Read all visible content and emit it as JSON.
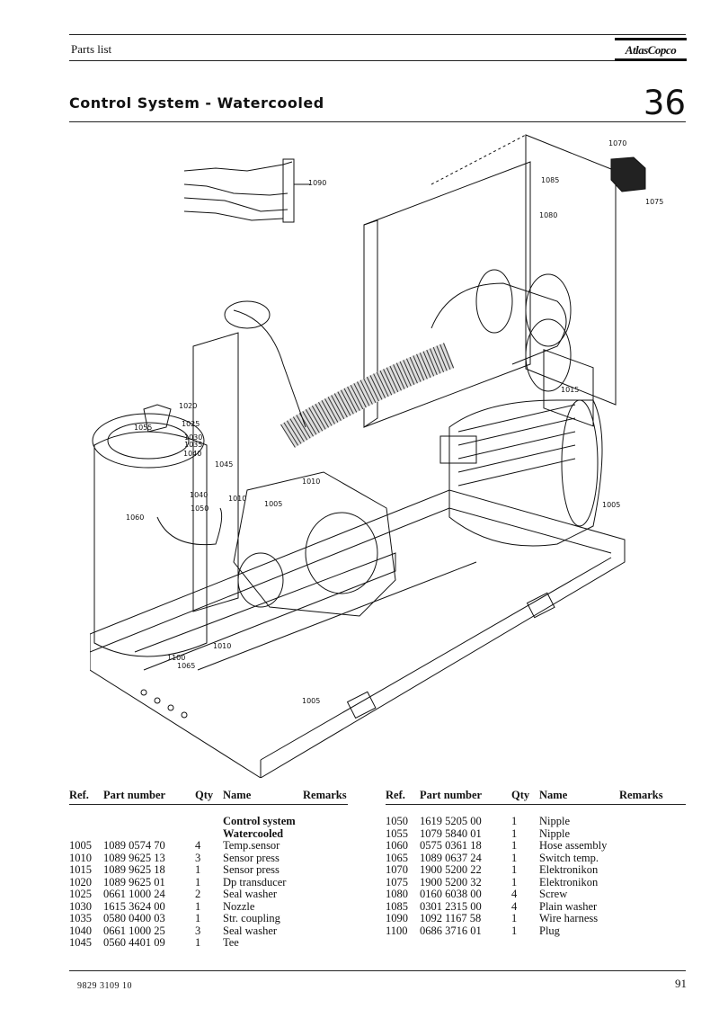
{
  "header": {
    "label": "Parts list",
    "logo_text": "AtlasCopco"
  },
  "section": {
    "title": "Control System - Watercooled",
    "number": "36"
  },
  "drawing": {
    "callouts": [
      "1070",
      "1085",
      "1075",
      "1080",
      "1090",
      "1015",
      "1020",
      "1025",
      "1055",
      "1030",
      "1035",
      "1040",
      "1045",
      "1010",
      "1040",
      "1050",
      "1010",
      "1005",
      "1060",
      "1005",
      "1010",
      "1100",
      "1065",
      "1005"
    ]
  },
  "columns": {
    "ref": "Ref.",
    "part": "Part number",
    "qty": "Qty",
    "name": "Name",
    "remarks": "Remarks"
  },
  "left_table": {
    "heading_lines": [
      "Control system",
      "Watercooled"
    ],
    "rows": [
      {
        "ref": "1005",
        "part": "1089 0574 70",
        "qty": "4",
        "name": "Temp.sensor"
      },
      {
        "ref": "1010",
        "part": "1089 9625 13",
        "qty": "3",
        "name": "Sensor press"
      },
      {
        "ref": "1015",
        "part": "1089 9625 18",
        "qty": "1",
        "name": "Sensor press"
      },
      {
        "ref": "1020",
        "part": "1089 9625 01",
        "qty": "1",
        "name": "Dp transducer"
      },
      {
        "ref": "1025",
        "part": "0661 1000 24",
        "qty": "2",
        "name": "Seal washer"
      },
      {
        "ref": "1030",
        "part": "1615 3624 00",
        "qty": "1",
        "name": "Nozzle"
      },
      {
        "ref": "1035",
        "part": "0580 0400 03",
        "qty": "1",
        "name": "Str. coupling"
      },
      {
        "ref": "1040",
        "part": "0661 1000 25",
        "qty": "3",
        "name": "Seal washer"
      },
      {
        "ref": "1045",
        "part": "0560 4401 09",
        "qty": "1",
        "name": "Tee"
      }
    ]
  },
  "right_table": {
    "rows": [
      {
        "ref": "1050",
        "part": "1619 5205 00",
        "qty": "1",
        "name": "Nipple"
      },
      {
        "ref": "1055",
        "part": "1079 5840 01",
        "qty": "1",
        "name": "Nipple"
      },
      {
        "ref": "1060",
        "part": "0575 0361 18",
        "qty": "1",
        "name": "Hose assembly"
      },
      {
        "ref": "1065",
        "part": "1089 0637 24",
        "qty": "1",
        "name": "Switch temp."
      },
      {
        "ref": "1070",
        "part": "1900 5200 22",
        "qty": "1",
        "name": "Elektronikon"
      },
      {
        "ref": "1075",
        "part": "1900 5200 32",
        "qty": "1",
        "name": "Elektronikon"
      },
      {
        "ref": "1080",
        "part": "0160 6038 00",
        "qty": "4",
        "name": "Screw"
      },
      {
        "ref": "1085",
        "part": "0301 2315 00",
        "qty": "4",
        "name": "Plain washer"
      },
      {
        "ref": "1090",
        "part": "1092 1167 58",
        "qty": "1",
        "name": "Wire harness"
      },
      {
        "ref": "1100",
        "part": "0686 3716 01",
        "qty": "1",
        "name": "Plug"
      }
    ]
  },
  "footer": {
    "doc_number": "9829 3109 10",
    "page": "91"
  }
}
